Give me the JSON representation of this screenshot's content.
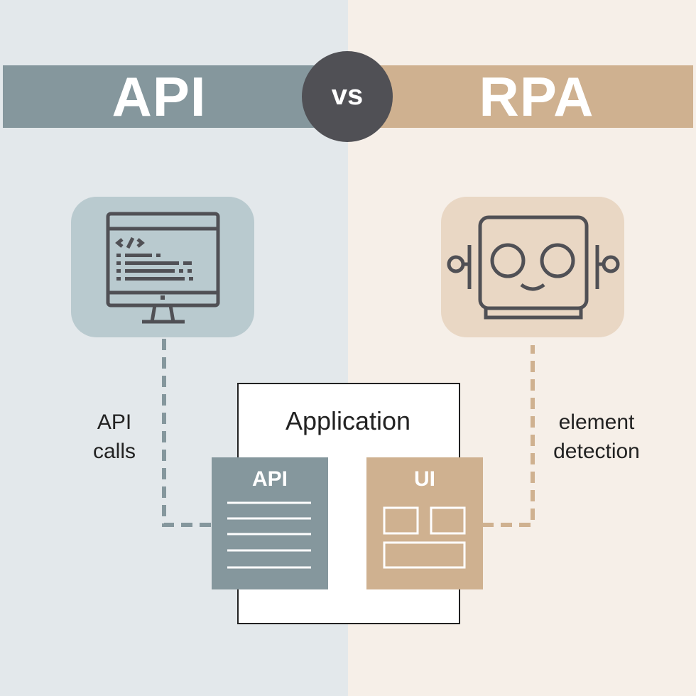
{
  "colors": {
    "api_background": "#e3e8eb",
    "rpa_background": "#f6efe8",
    "api_accent": "#85979d",
    "rpa_accent": "#cfb190",
    "api_tile": "#b9cacf",
    "rpa_tile": "#e9d7c4",
    "vs_circle": "#505055",
    "icon_stroke": "#505055"
  },
  "header": {
    "left_title": "API",
    "vs_label": "vs",
    "right_title": "RPA"
  },
  "icons": {
    "left": "computer-code-icon",
    "right": "robot-icon"
  },
  "application": {
    "title": "Application",
    "api_panel_label": "API",
    "ui_panel_label": "UI"
  },
  "connections": {
    "left_label_line1": "API",
    "left_label_line2": "calls",
    "right_label_line1": "element",
    "right_label_line2": "detection"
  }
}
